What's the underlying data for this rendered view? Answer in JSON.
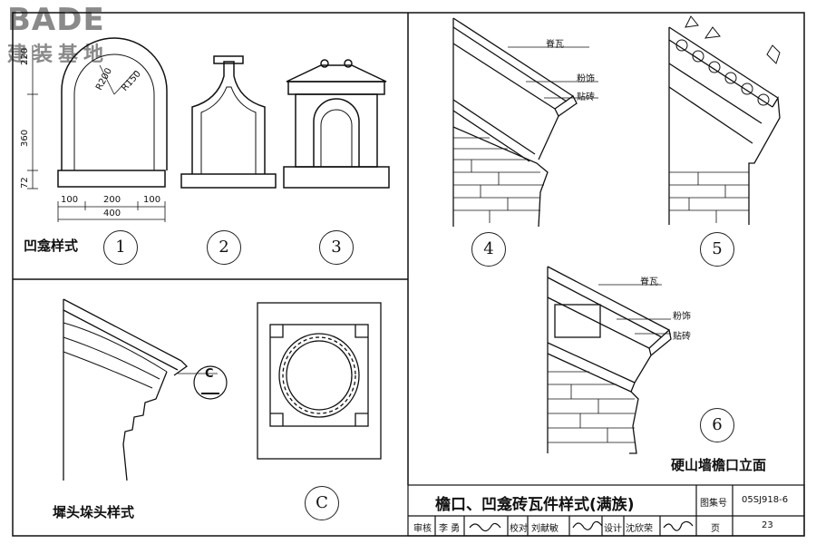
{
  "logo": {
    "main": "BADE",
    "sub": "建装基地"
  },
  "figure1": {
    "caption": "凹龛样式",
    "number": "1",
    "dims": {
      "d220": "220",
      "d360": "360",
      "d72": "72",
      "d100a": "100",
      "d200": "200",
      "d100b": "100",
      "d400": "400",
      "r200": "R200",
      "r150": "R150"
    }
  },
  "figure2": {
    "number": "2"
  },
  "figure3": {
    "number": "3"
  },
  "figure4": {
    "number": "4",
    "labels": {
      "ridge_tile": "脊瓦",
      "plaster": "粉饰",
      "veneer_brick": "贴砖"
    }
  },
  "figure5": {
    "number": "5"
  },
  "figure6": {
    "number": "6",
    "labels": {
      "ridge_tile": "脊瓦",
      "plaster": "粉饰",
      "veneer_brick": "贴砖"
    },
    "caption": "硬山墙檐口立面"
  },
  "figureC": {
    "marker": "C",
    "number": "C",
    "caption": "墀头垛头样式"
  },
  "title_block": {
    "title": "檐口、凹龛砖瓦件样式(满族)",
    "atlas_label": "图集号",
    "atlas_no": "05SJ918-6",
    "reviewer_label": "审核",
    "reviewer": "李 勇",
    "checker_label": "校对",
    "checker": "刘献敏",
    "designer_label": "设计",
    "designer": "沈欣荣",
    "page_label": "页",
    "page_no": "23"
  }
}
